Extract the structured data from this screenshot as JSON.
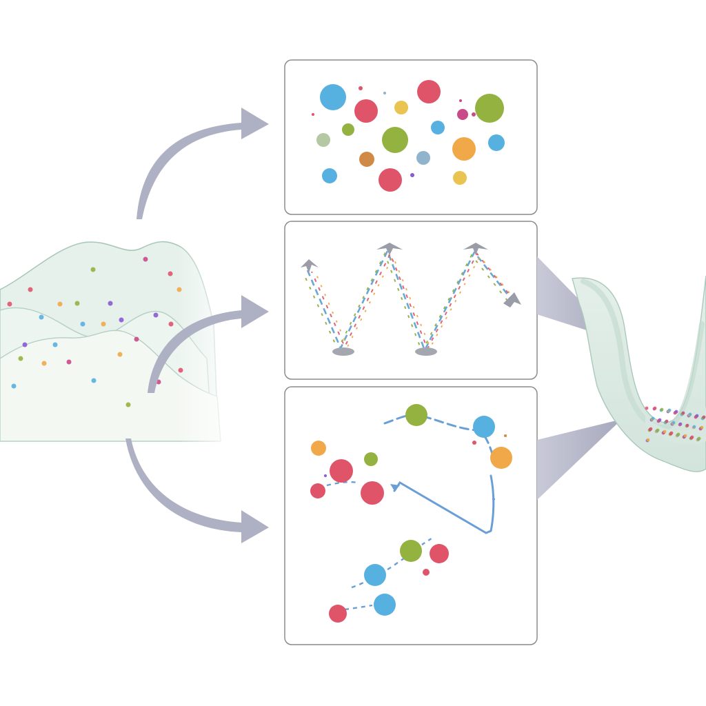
{
  "diagram": {
    "palette": {
      "blue": "#56b0e0",
      "red": "#e0546a",
      "green": "#93b240",
      "orange": "#f0a848",
      "yellow": "#eac450",
      "sage": "#b4c8a4",
      "magenta": "#c84a88",
      "purple": "#8a5ad0",
      "orange_brown": "#d08a46",
      "steel_blue": "#8fb4cc",
      "mound_fill": "#eaf3ee",
      "mound_stroke": "#9fc2b2",
      "arrow": "#a8aabe",
      "panel_border": "#8b8b8b",
      "path_blue": "#6a9ed6"
    },
    "source_landscape": {
      "icon": "wavy-landscape-with-scattered-particles"
    },
    "target_landscape": {
      "icon": "valley-with-accumulated-particles"
    },
    "arrows": {
      "branch_icon": "curved-arrow",
      "merge_icon": "converging-arrow"
    },
    "panels": [
      {
        "id": "scattered",
        "icon": "scattered-dots",
        "dots": [
          {
            "color": "blue"
          },
          {
            "color": "red"
          },
          {
            "color": "yellow"
          },
          {
            "color": "red"
          },
          {
            "color": "magenta"
          },
          {
            "color": "green"
          },
          {
            "color": "sage"
          },
          {
            "color": "green"
          },
          {
            "color": "green"
          },
          {
            "color": "blue"
          },
          {
            "color": "orange_brown"
          },
          {
            "color": "steel_blue"
          },
          {
            "color": "orange"
          },
          {
            "color": "blue"
          },
          {
            "color": "blue"
          },
          {
            "color": "red"
          },
          {
            "color": "yellow"
          }
        ]
      },
      {
        "id": "oscillation",
        "icon": "zigzag-oscillation"
      },
      {
        "id": "trajectories",
        "icon": "dot-trajectories",
        "dots": [
          {
            "color": "green"
          },
          {
            "color": "blue"
          },
          {
            "color": "orange"
          },
          {
            "color": "orange"
          },
          {
            "color": "green"
          },
          {
            "color": "red"
          },
          {
            "color": "red"
          },
          {
            "color": "red"
          },
          {
            "color": "green"
          },
          {
            "color": "red"
          },
          {
            "color": "blue"
          },
          {
            "color": "blue"
          },
          {
            "color": "red"
          }
        ]
      }
    ]
  }
}
